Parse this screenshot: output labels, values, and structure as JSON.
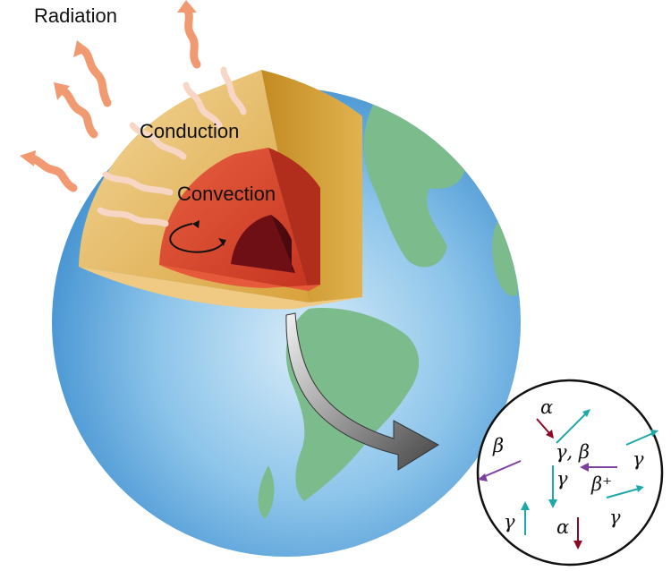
{
  "labels": {
    "radiation": "Radiation",
    "conduction": "Conduction",
    "convection": "Convection"
  },
  "inset": {
    "particles": [
      {
        "symbol": "α",
        "color": "#8b0a24"
      },
      {
        "symbol": "γ, β",
        "color": "#1fa8a8"
      },
      {
        "symbol": "β",
        "color": "#7b3fa0"
      },
      {
        "symbol": "γ",
        "color": "#1fa8a8"
      },
      {
        "symbol": "γ",
        "color": "#1fa8a8"
      },
      {
        "symbol": "β⁺",
        "color": "#7b3fa0"
      },
      {
        "symbol": "γ",
        "color": "#1fa8a8"
      },
      {
        "symbol": "γ",
        "color": "#1fa8a8"
      },
      {
        "symbol": "α",
        "color": "#8b0a24"
      }
    ]
  },
  "colors": {
    "ocean": "#5aa8e0",
    "land": "#79b98a",
    "crust": "#e2b04a",
    "mantle": "#d9412b",
    "core": "#6e0f16",
    "radiation_arrow": "#f5a27a",
    "pointer_arrow": "#555555"
  }
}
